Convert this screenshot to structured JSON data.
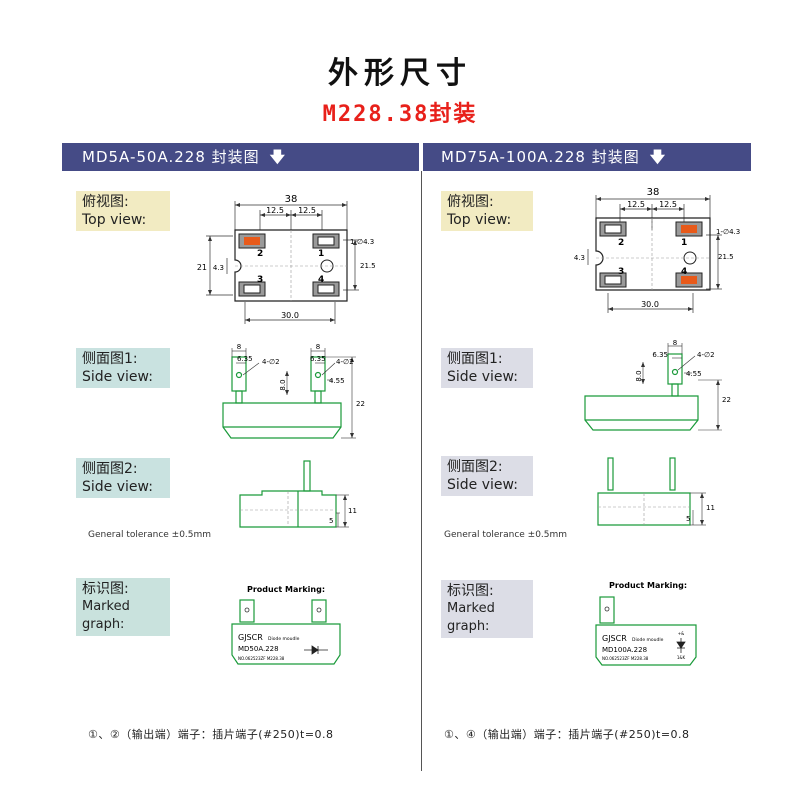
{
  "header": {
    "title": "外形尺寸",
    "subtitle": "M228.38封装"
  },
  "left": {
    "bar_title": "MD5A-50A.228 封装图",
    "bar_arrow": "🡇",
    "top_label_cn": "俯视图:",
    "top_label_en": "Top view:",
    "side1_label_cn": "侧面图1:",
    "side1_label_en": "Side view:",
    "side2_label_cn": "侧面图2:",
    "side2_label_en": "Side view:",
    "mark_label_cn": "标识图:",
    "mark_label_en": "Marked graph:",
    "tolerance": "General tolerance ±0.5mm",
    "dims": {
      "w": "38",
      "half_a": "12.5",
      "half_b": "12.5",
      "h": "21",
      "h2": "21.5",
      "slot": "4.3",
      "hole": "1-∅4.3",
      "bottom": "30.0",
      "s_w1": "8",
      "s_w2": "8",
      "s_a": "6.35",
      "s_b": "6.35",
      "s_h1": "4-∅2",
      "s_h2": "4-∅2",
      "s_v": "8.0",
      "s_455": "4.55",
      "s_22": "22",
      "s2_11": "11",
      "s2_5": "5"
    },
    "pins": [
      "2",
      "1",
      "3",
      "4"
    ],
    "marking": {
      "heading": "Product Marking:",
      "brand": "GJSCR",
      "type": "Diode moudle",
      "model": "MD50A.228",
      "no": "NO.062523ZF M228.38"
    },
    "note": "①、②（输出端）端子：插片端子(#250)t=0.8"
  },
  "right": {
    "bar_title": "MD75A-100A.228 封装图",
    "bar_arrow": "🡇",
    "top_label_cn": "俯视图:",
    "top_label_en": "Top view:",
    "side1_label_cn": "侧面图1:",
    "side1_label_en": "Side view:",
    "side2_label_cn": "侧面图2:",
    "side2_label_en": "Side view:",
    "mark_label_cn": "标识图:",
    "mark_label_en": "Marked graph:",
    "tolerance": "General tolerance ±0.5mm",
    "dims": {
      "w": "38",
      "half_a": "12.5",
      "half_b": "12.5",
      "slot": "4.3",
      "hole": "1-∅4.3",
      "h2": "21.5",
      "bottom": "30.0",
      "s_w": "8",
      "s_a": "6.35",
      "s_h": "4-∅2",
      "s_v": "8.0",
      "s_455": "4.55",
      "s_22": "22",
      "s2_11": "11",
      "s2_5": "5"
    },
    "pins": [
      "2",
      "1",
      "3",
      "4"
    ],
    "marking": {
      "heading": "Product Marking:",
      "brand": "GJSCR",
      "type": "Diode moudle",
      "model": "MD100A.228",
      "no": "NO.062523ZF M228.38",
      "sym_top": "+&",
      "sym_bot": "1&K"
    },
    "note": "①、④（输出端）端子：插片端子(#250)t=0.8"
  },
  "colors": {
    "bar": "#454b86",
    "accent": "#e8201a",
    "outline": "#1a9a3a",
    "dim": "#333333",
    "pad": "#e85a1a"
  }
}
